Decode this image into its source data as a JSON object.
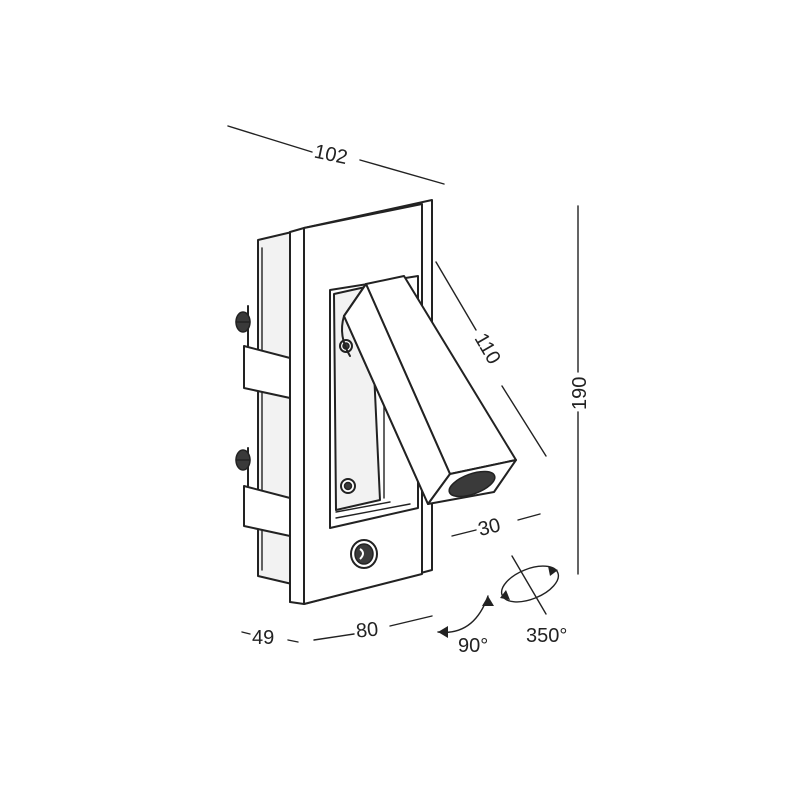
{
  "dimensions": {
    "top_width": "102",
    "height": "190",
    "arm_length": "110",
    "arm_width": "30",
    "depth": "49",
    "plate_width": "80",
    "tilt_angle": "90°",
    "rotation_angle": "350°"
  },
  "colors": {
    "line": "#222222",
    "background": "#ffffff"
  }
}
